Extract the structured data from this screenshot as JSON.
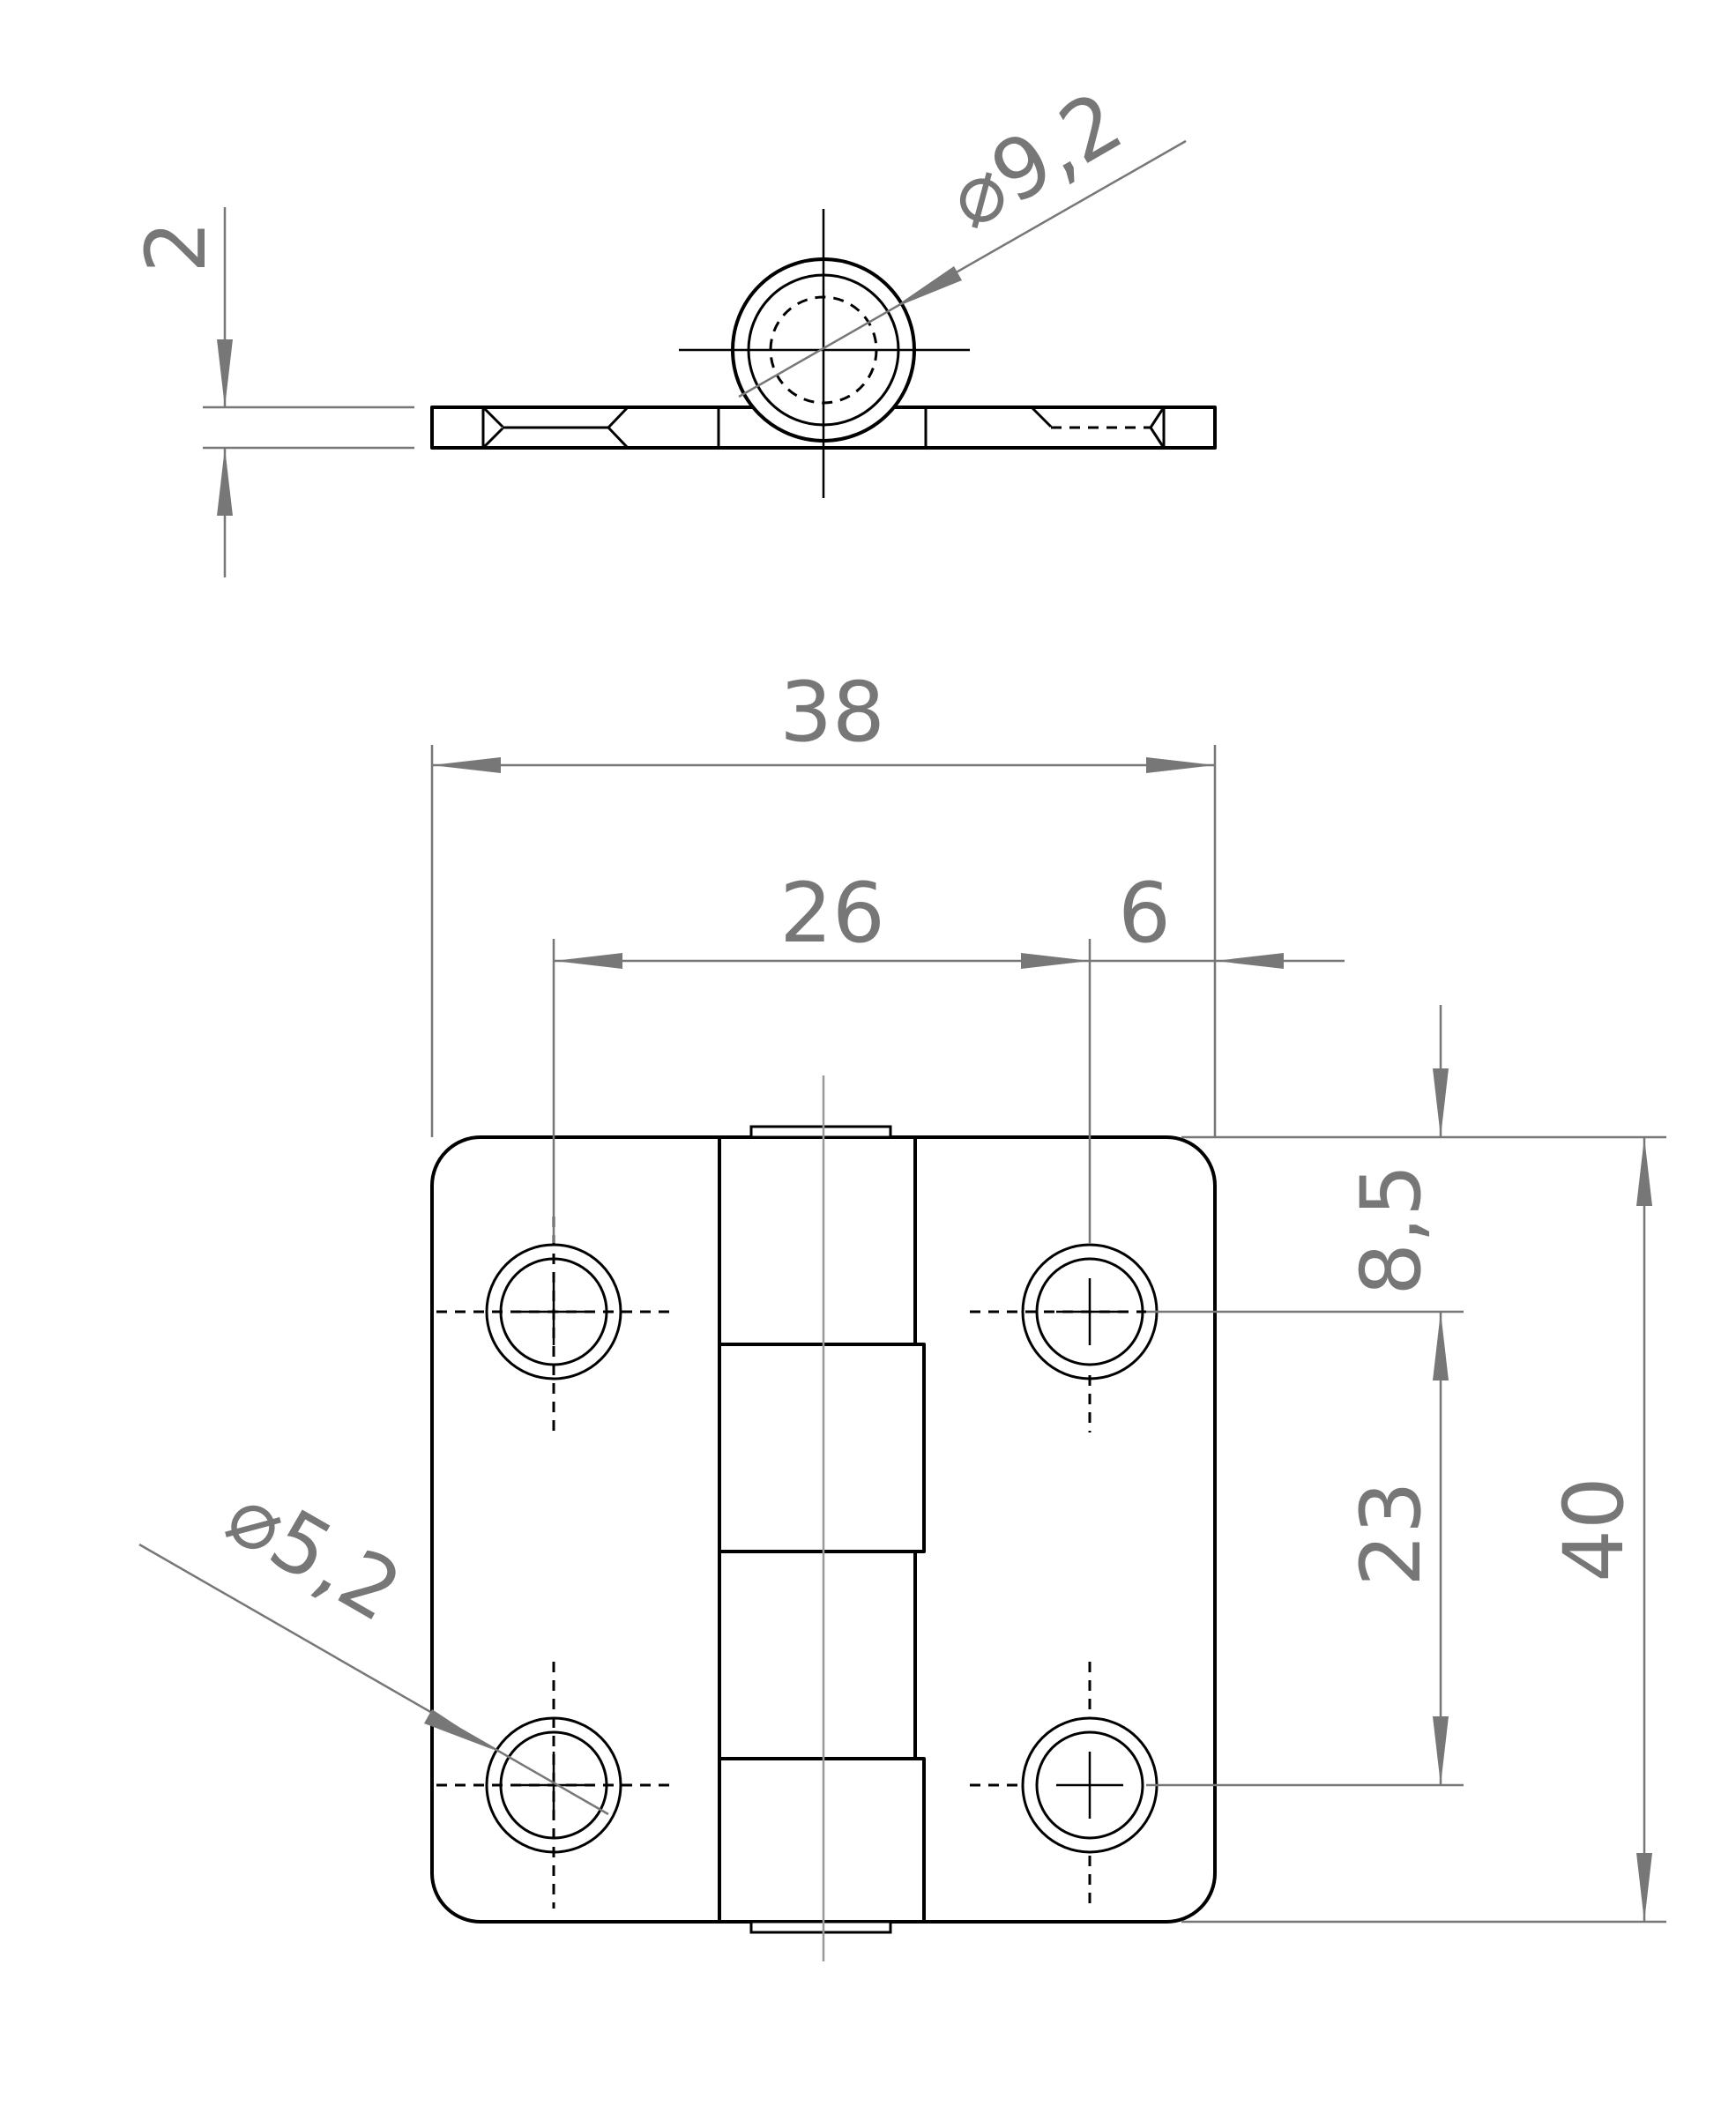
{
  "dimensions": {
    "plate_thickness": "2",
    "knuckle_diameter": "⌀9,2",
    "overall_width": "38",
    "hole_spacing_horizontal": "26",
    "hole_edge_offset_horizontal": "6",
    "hole_edge_offset_vertical": "8,5",
    "hole_spacing_vertical": "23",
    "overall_height": "40",
    "hole_diameter": "⌀5,2"
  }
}
